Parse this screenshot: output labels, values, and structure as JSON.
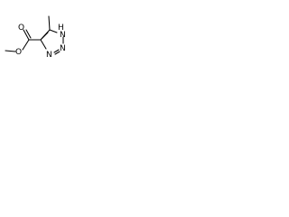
{
  "molecule": {
    "atoms": {
      "n1_label": "N",
      "n1_h_label": "H",
      "n2_label": "N",
      "n3_label": "N",
      "carbonyl_o_label": "O",
      "ester_o_label": "O"
    }
  }
}
